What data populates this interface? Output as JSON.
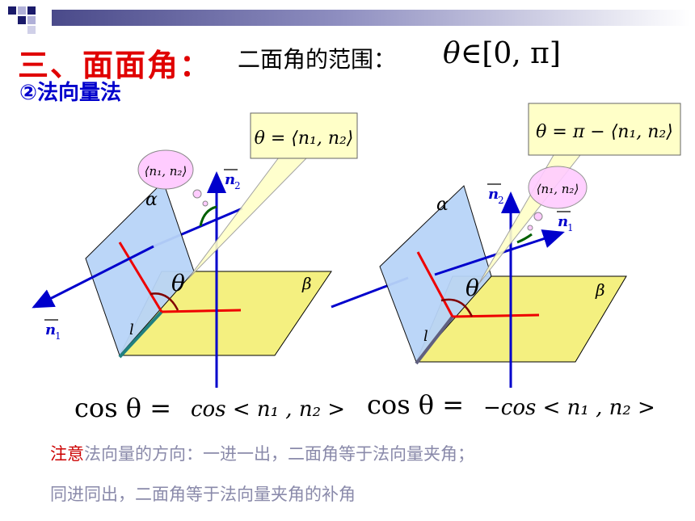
{
  "title": "三、面面角：",
  "range": {
    "label": "二面角的范围：",
    "theta": "θ",
    "in_symbol": "∈",
    "interval": "[0, π]"
  },
  "method": "②法向量法",
  "left_diagram": {
    "callout": "θ = ⟨n₁, n₂⟩",
    "bubble": "⟨n₁, n₂⟩",
    "plane_alpha": "α",
    "plane_beta": "β",
    "edge_l": "l",
    "theta": "θ",
    "vec_n1": "n",
    "vec_n1_sub": "1",
    "vec_n2": "n",
    "vec_n2_sub": "2",
    "formula_lhs": "cos θ =",
    "formula_rhs": "cos < n₁ , n₂ >"
  },
  "right_diagram": {
    "callout": "θ = π − ⟨n₁, n₂⟩",
    "bubble": "⟨n₁, n₂⟩",
    "plane_alpha": "α",
    "plane_beta": "β",
    "edge_l": "l",
    "theta": "θ",
    "vec_n1": "n",
    "vec_n1_sub": "1",
    "vec_n2": "n",
    "vec_n2_sub": "2",
    "formula_lhs": "cos θ =",
    "formula_rhs": "−cos < n₁ , n₂ >"
  },
  "note": {
    "highlight": "注意",
    "line1_rest": "法向量的方向：一进一出，二面角等于法向量夹角；",
    "line2": "同进同出，二面角等于法向量夹角的补角"
  },
  "colors": {
    "title": "#e00000",
    "method": "#0000cc",
    "plane_alpha_fill": "#b8d4f8",
    "plane_beta_fill": "#f4f080",
    "vector": "#0000cc",
    "red_line": "#ee0000",
    "callout_fill": "#ffffc8",
    "bubble_fill": "#ffccff",
    "note_text": "#8a8aaa",
    "note_highlight": "#cc0000"
  }
}
